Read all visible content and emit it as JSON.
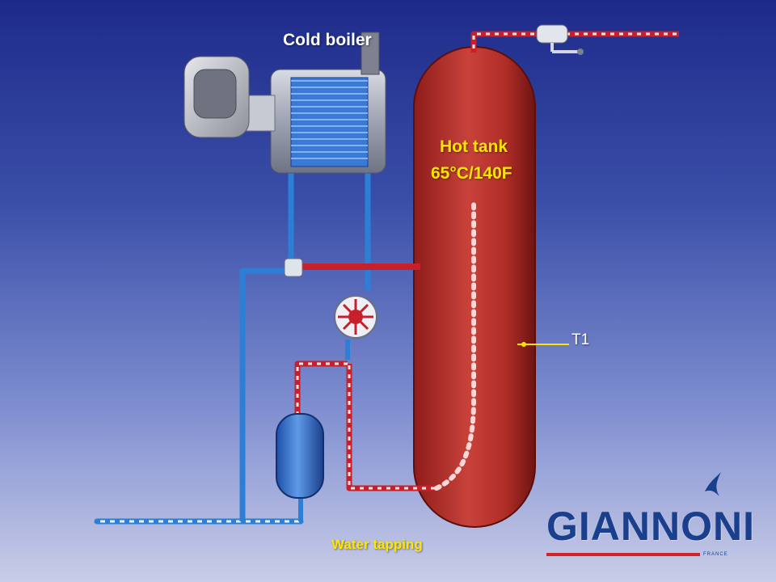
{
  "diagram": {
    "labels": {
      "boiler": "Cold boiler",
      "tank_name": "Hot tank",
      "tank_temp": "65°C/140F",
      "sensor": "T1",
      "tapping": "Water tapping"
    },
    "brand": {
      "name": "GIANNONI",
      "country": "FRANCE"
    },
    "colors": {
      "tank": "#b32a26",
      "hot_pipe": "#c8202a",
      "cold_pipe": "#2d7fd6",
      "label_yellow": "#ffe600",
      "brand_blue": "#1a3f8c",
      "brand_red": "#d42027"
    }
  }
}
